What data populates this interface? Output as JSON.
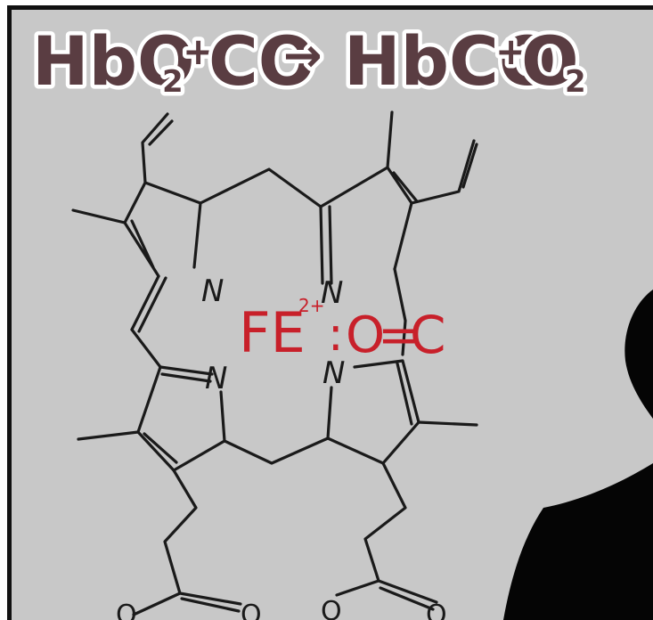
{
  "equation": {
    "reactant1": "HbO",
    "reactant1_sub": "2",
    "plus1": "+",
    "reactant2": "CO",
    "arrow": "→",
    "product1": "HbCO",
    "plus2": "+",
    "product2": "O",
    "product2_sub": "2"
  },
  "molecule": {
    "iron": "FE",
    "charge": "2+",
    "lone_pair": ":",
    "oxygen": "O",
    "bond": "=",
    "carbon": "C",
    "nitrogen_label": "N",
    "carboxyl_oxygen": "O"
  },
  "colors": {
    "panel_bg": "#c8c8c8",
    "title_fill": "#5a3d42",
    "title_glow": "#ffffff",
    "ink": "#1a1a1a",
    "highlight": "#c8202a",
    "silhouette": "#050505"
  }
}
